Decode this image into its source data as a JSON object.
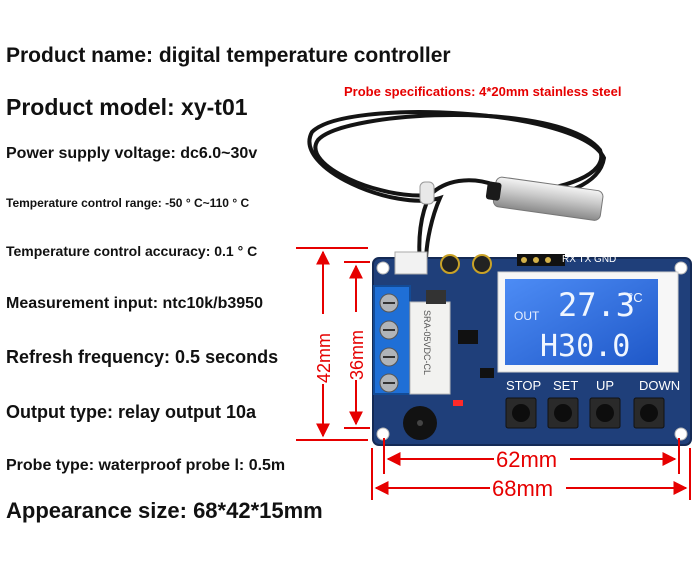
{
  "specs": {
    "product_name": "Product name: digital temperature controller",
    "product_model": "Product model: xy-t01",
    "power_supply": "Power supply voltage: dc6.0~30v",
    "control_range": "Temperature control range: -50 ° C~110 ° C",
    "control_accuracy": "Temperature control accuracy: 0.1 ° C",
    "measurement_input": "Measurement input: ntc10k/b3950",
    "refresh_frequency": "Refresh frequency: 0.5 seconds",
    "output_type": "Output type: relay output 10a",
    "probe_type": "Probe type: waterproof probe l: 0.5m",
    "appearance_size": "Appearance size: 68*42*15mm"
  },
  "probe_spec": "Probe specifications: 4*20mm stainless steel",
  "board": {
    "header_label": "RX TX GND",
    "relay_label": "SRA-05VDC-CL",
    "display": {
      "out_label": "OUT",
      "temperature": "27.3",
      "unit": "°C",
      "setpoint": "H30.0"
    },
    "buttons": [
      "STOP",
      "SET",
      "UP",
      "DOWN"
    ]
  },
  "dimensions": {
    "height_outer": "42mm",
    "height_inner": "36mm",
    "width_inner": "62mm",
    "width_outer": "68mm"
  },
  "colors": {
    "pcb": "#1f3f7a",
    "dimension": "#e60000",
    "lcd": "#2f6fe0",
    "terminal": "#1f6fd6"
  }
}
